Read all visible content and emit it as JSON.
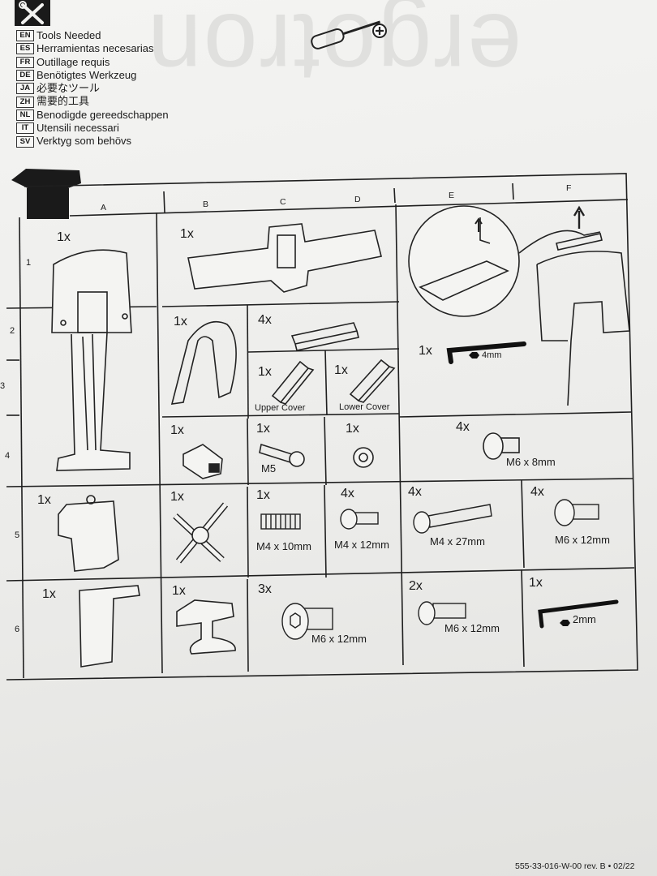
{
  "tools_header": {
    "languages": [
      {
        "code": "EN",
        "label": "Tools Needed"
      },
      {
        "code": "ES",
        "label": "Herramientas necesarias"
      },
      {
        "code": "FR",
        "label": "Outillage requis"
      },
      {
        "code": "DE",
        "label": "Benötigtes Werkzeug"
      },
      {
        "code": "JA",
        "label": "必要なツール"
      },
      {
        "code": "ZH",
        "label": "需要的工具"
      },
      {
        "code": "NL",
        "label": "Benodigde gereedschappen"
      },
      {
        "code": "IT",
        "label": "Utensili necessari"
      },
      {
        "code": "SV",
        "label": "Verktyg som behövs"
      }
    ],
    "tool_icon": "screwdriver-phillips-icon"
  },
  "grid": {
    "columns": [
      "A",
      "B",
      "C",
      "D",
      "E",
      "F"
    ],
    "rows": [
      "1",
      "2",
      "3",
      "4",
      "5",
      "6"
    ]
  },
  "parts": {
    "a1": {
      "qty": "1x"
    },
    "b1": {
      "qty": "1x"
    },
    "b2": {
      "qty": "1x"
    },
    "cd2": {
      "qty": "4x"
    },
    "c3": {
      "qty": "1x",
      "label": "Upper Cover"
    },
    "d3": {
      "qty": "1x",
      "label": "Lower Cover"
    },
    "e3": {
      "qty": "1x",
      "label": "4mm"
    },
    "b4": {
      "qty": "1x"
    },
    "c4": {
      "qty": "1x",
      "label": "M5"
    },
    "d4": {
      "qty": "1x"
    },
    "e4": {
      "qty": "4x",
      "label": "M6 x 8mm"
    },
    "a5": {
      "qty": "1x"
    },
    "b5": {
      "qty": "1x"
    },
    "c5": {
      "qty": "1x",
      "label": "M4 x 10mm"
    },
    "d5": {
      "qty": "4x",
      "label": "M4 x 12mm"
    },
    "e5": {
      "qty": "4x",
      "label": "M4 x 27mm"
    },
    "f5": {
      "qty": "4x",
      "label": "M6 x 12mm"
    },
    "a6": {
      "qty": "1x"
    },
    "b6": {
      "qty": "1x"
    },
    "cd6": {
      "qty": "3x",
      "label": "M6 x 12mm"
    },
    "e6": {
      "qty": "2x",
      "label": "M6 x 12mm"
    },
    "f6": {
      "qty": "1x",
      "label": "2mm"
    }
  },
  "footer": {
    "part_number": "555-33-016-W-00 rev. B • 02/22"
  }
}
